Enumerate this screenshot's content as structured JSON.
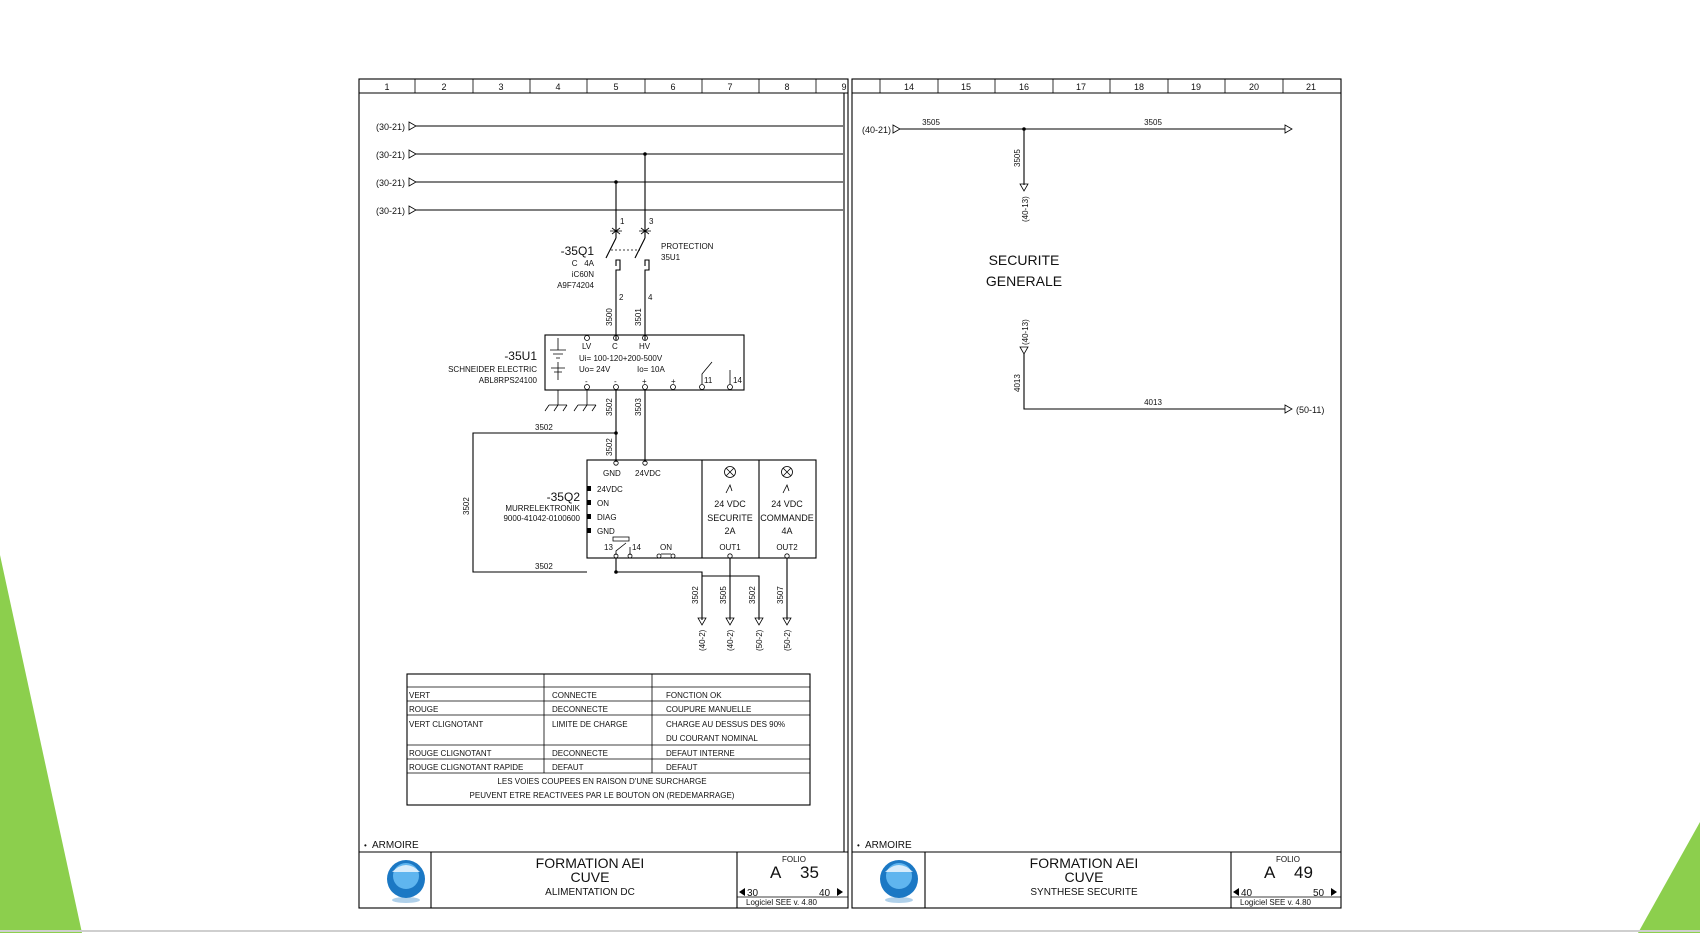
{
  "colors": {
    "accent_green": "#8ccf4d",
    "ink": "#000000",
    "logo_blue": "#1b78c4"
  },
  "left_sheet": {
    "column_numbers": [
      "1",
      "2",
      "3",
      "4",
      "5",
      "6",
      "7",
      "8",
      "9"
    ],
    "incoming_refs": [
      "(30-21)",
      "(30-21)",
      "(30-21)",
      "(30-21)"
    ],
    "breaker": {
      "tag": "-35Q1",
      "rating": "C   4A",
      "model": "iC60N",
      "ref": "A9F74204",
      "pole_in_1": "1",
      "pole_in_2": "3",
      "pole_out_1": "2",
      "pole_out_2": "4",
      "note_1": "PROTECTION",
      "note_2": "35U1"
    },
    "wires_top": {
      "w1": "3500",
      "w2": "3501"
    },
    "psu": {
      "tag": "-35U1",
      "maker": "SCHNEIDER ELECTRIC",
      "ref": "ABL8RPS24100",
      "term_lv": "LV",
      "term_c": "C",
      "term_hv": "HV",
      "ui": "Ui= 100-120+200-500V",
      "uo": "Uo= 24V",
      "io": "Io= 10A",
      "minus": "-",
      "minus2": "-",
      "plus": "+",
      "plus2": "+",
      "contact_11": "11",
      "contact_14": "14"
    },
    "wires_mid": {
      "w1": "3502",
      "w2": "3503",
      "w3": "3502",
      "w4": "3502",
      "w5": "3502",
      "w6": "3502"
    },
    "module": {
      "tag": "-35Q2",
      "maker": "MURRELEKTRONIK",
      "ref": "9000-41042-0100600",
      "gnd_top": "GND",
      "v24_top": "24VDC",
      "led_1": "24VDC",
      "led_2": "ON",
      "led_3": "DIAG",
      "led_4": "GND",
      "c13": "13",
      "c14": "14",
      "on_label": "ON",
      "ch1_voltage": "24 VDC",
      "ch1_name": "SECURITE",
      "ch1_current": "2A",
      "ch1_out": "OUT1",
      "ch2_voltage": "24 VDC",
      "ch2_name": "COMMANDE",
      "ch2_current": "4A",
      "ch2_out": "OUT2"
    },
    "outputs": [
      {
        "wire": "3502",
        "ref": "(40-2)"
      },
      {
        "wire": "3505",
        "ref": "(40-2)"
      },
      {
        "wire": "3502",
        "ref": "(50-2)"
      },
      {
        "wire": "3507",
        "ref": "(50-2)"
      }
    ],
    "status_table": {
      "rows": [
        [
          "VERT",
          "CONNECTE",
          "FONCTION OK"
        ],
        [
          "ROUGE",
          "DECONNECTE",
          "COUPURE MANUELLE"
        ],
        [
          "VERT CLIGNOTANT",
          "LIMITE DE CHARGE",
          "CHARGE AU DESSUS DES 90%"
        ],
        [
          "",
          "",
          "DU COURANT NOMINAL"
        ],
        [
          "ROUGE CLIGNOTANT",
          "DECONNECTE",
          "DEFAUT INTERNE"
        ],
        [
          "ROUGE CLIGNOTANT RAPIDE",
          "DEFAUT",
          "DEFAUT"
        ]
      ],
      "note_1": "LES VOIES COUPEES EN RAISON D'UNE SURCHARGE",
      "note_2": "PEUVENT ETRE REACTIVEES PAR LE BOUTON ON (REDEMARRAGE)"
    },
    "location": "ARMOIRE",
    "title_block": {
      "line1": "FORMATION AEI",
      "line2": "CUVE",
      "line3": "ALIMENTATION DC",
      "folio_label": "FOLIO",
      "sheet_letter": "A",
      "folio_number": "35",
      "prev": "30",
      "next": "40",
      "software": "Logiciel SEE v. 4.80"
    }
  },
  "right_sheet": {
    "column_numbers": [
      "14",
      "15",
      "16",
      "17",
      "18",
      "19",
      "20",
      "21"
    ],
    "in_ref": "(40-21)",
    "wire_a": "3505",
    "wire_b": "3505",
    "wire_c": "3505",
    "down_ref": "(40-13)",
    "section_1": "SECURITE",
    "section_2": "GENERALE",
    "up_ref": "(40-13)",
    "wire_d": "4013",
    "wire_e": "4013",
    "out_ref": "(50-11)",
    "location": "ARMOIRE",
    "title_block": {
      "line1": "FORMATION AEI",
      "line2": "CUVE",
      "line3": "SYNTHESE SECURITE",
      "folio_label": "FOLIO",
      "sheet_letter": "A",
      "folio_number": "49",
      "prev": "40",
      "next": "50",
      "software": "Logiciel SEE v. 4.80"
    }
  }
}
